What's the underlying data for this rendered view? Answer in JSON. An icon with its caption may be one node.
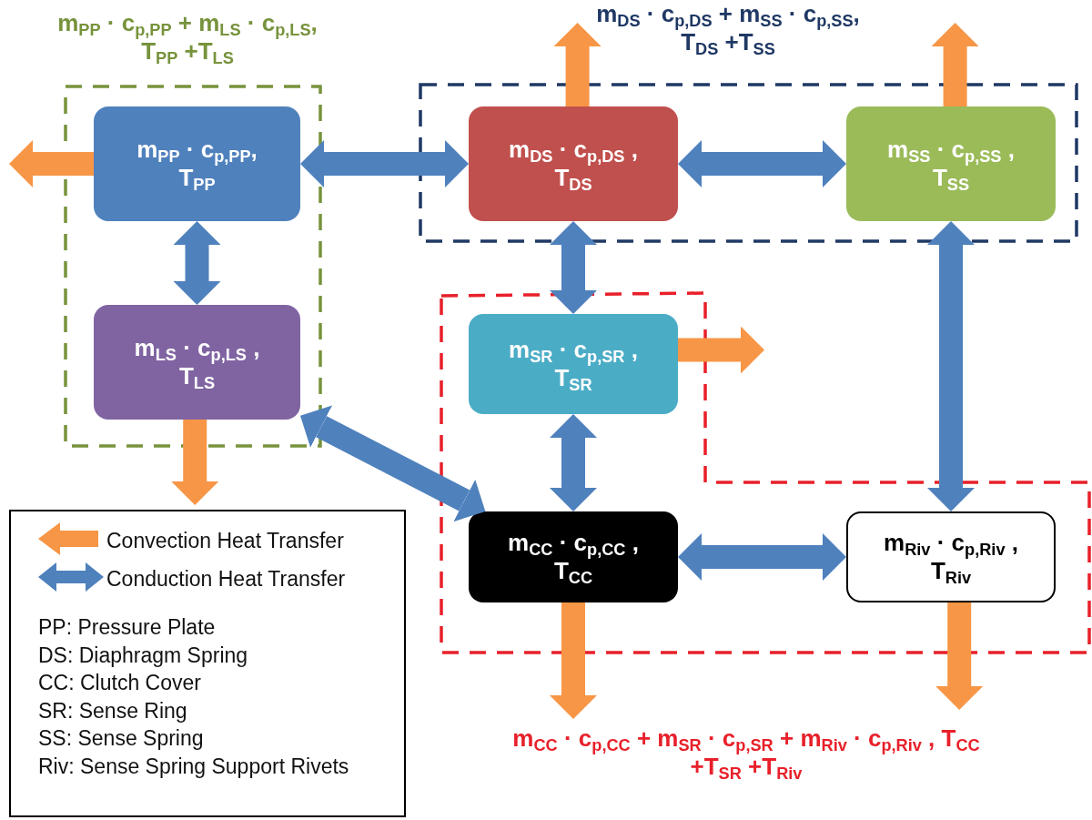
{
  "diagram": {
    "nodes": [
      {
        "text": [
          "m$_{PP}$ · c$_{p,PP}$ + m$_{LS}$ · c$_{p,LS}$, T$_{PP}$ +T$_{LS}$"
        ]
      },
      {
        "text": [
          "m$_{PP}$ · c$_{p,PP}$, T$_{PP}$"
        ],
        "in": 0
      },
      {
        "text": [
          "m$_{LS}$ · c$_{p,LS}$ , T$_{LS}$"
        ],
        "in": 0
      },
      {
        "text": [
          "m$_{DS}$ · c$_{p,DS}$ + m$_{SS}$ · c$_{p,SS}$, T$_{DS}$ +T$_{SS}$"
        ]
      },
      {
        "text": [
          "m$_{DS}$ · c$_{p,DS}$ , T$_{DS}$"
        ],
        "in": 3
      },
      {
        "text": [
          "m$_{SS}$ · c$_{p,SS}$ , T$_{SS}$"
        ],
        "in": 3
      },
      {
        "text": [
          "m$_{CC}$ · c$_{p,CC}$ + m$_{SR}$ · c$_{p,SR}$ + m$_{Riv}$ · c$_{p,Riv}$ , T$_{CC}$ +T$_{SR}$ +T$_{Riv}$"
        ]
      },
      {
        "text": [
          "m$_{SR}$ · c$_{p,SR}$ , T$_{SR}$"
        ],
        "in": 6
      },
      {
        "text": [
          "m$_{CC}$ · c$_{p,CC}$ , T$_{CC}$"
        ],
        "in": 6
      },
      {
        "text": [
          "m$_{Riv}$ · c$_{p,Riv}$ , T$_{Riv}$"
        ],
        "in": 6
      }
    ],
    "edges": [
      {
        "from": 1,
        "to": 4,
        "arrow": "both"
      },
      {
        "from": 1,
        "to": 2,
        "arrow": "both"
      },
      {
        "from": 4,
        "to": 5,
        "arrow": "both"
      },
      {
        "from": 4,
        "to": 7,
        "arrow": "both"
      },
      {
        "from": 2,
        "to": 8,
        "arrow": "both"
      },
      {
        "from": 7,
        "to": 8,
        "arrow": "both"
      },
      {
        "from": 8,
        "to": 9,
        "arrow": "both"
      },
      {
        "from": 5,
        "to": 9,
        "arrow": "both"
      },
      {
        "from": 1,
        "to": null,
        "arrow": "to",
        "color": "#f79646"
      },
      {
        "from": 2,
        "to": null,
        "arrow": "to",
        "color": "#f79646"
      },
      {
        "from": 4,
        "to": null,
        "arrow": "to",
        "color": "#f79646"
      },
      {
        "from": 5,
        "to": null,
        "arrow": "to",
        "color": "#f79646"
      },
      {
        "from": 7,
        "to": null,
        "arrow": "to",
        "color": "#f79646"
      },
      {
        "from": 8,
        "to": null,
        "arrow": "to",
        "color": "#f79646"
      },
      {
        "from": 9,
        "to": null,
        "arrow": "to",
        "color": "#f79646"
      }
    ],
    "labels": [
      "PP: Pressure Plate",
      "DS: Diaphragm Spring",
      "CC: Clutch Cover",
      "SR: Sense Ring",
      "SS: Sense Spring",
      "Riv: Sense Spring Support Rivets"
    ],
    "legend": [
      {
        "text": "Convection Heat Transfer"
      },
      {
        "text": "Conduction Heat Transfer"
      }
    ]
  }
}
